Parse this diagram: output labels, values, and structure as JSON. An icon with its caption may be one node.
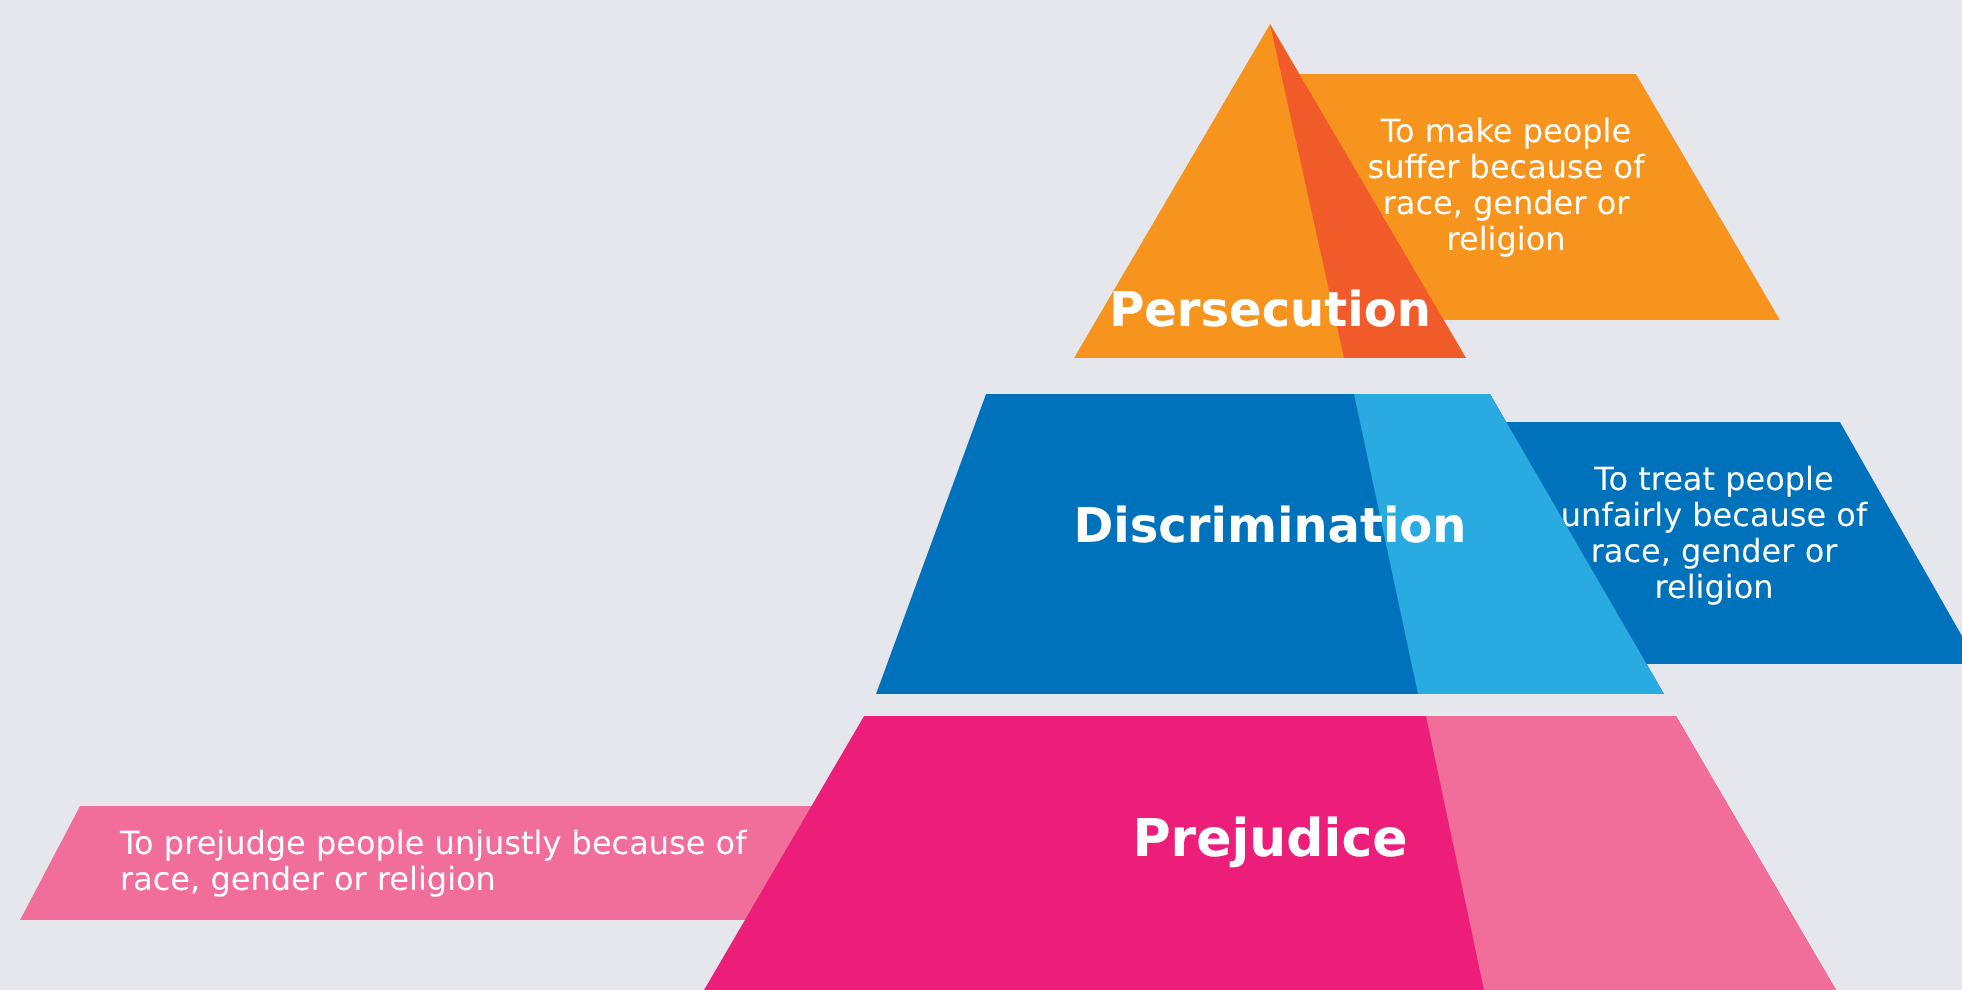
{
  "diagram": {
    "nodes": [
      {
        "text": [
          "Persecution"
        ]
      },
      {
        "text": [
          "To make people suffer because of race, gender or religion"
        ]
      },
      {
        "text": [
          "Discrimination"
        ]
      },
      {
        "text": [
          "To treat people unfairly because of race, gender or religion"
        ]
      },
      {
        "text": [
          "Prejudice"
        ]
      },
      {
        "text": [
          "To prejudge people unjustly because of race, gender or religion"
        ]
      }
    ]
  }
}
